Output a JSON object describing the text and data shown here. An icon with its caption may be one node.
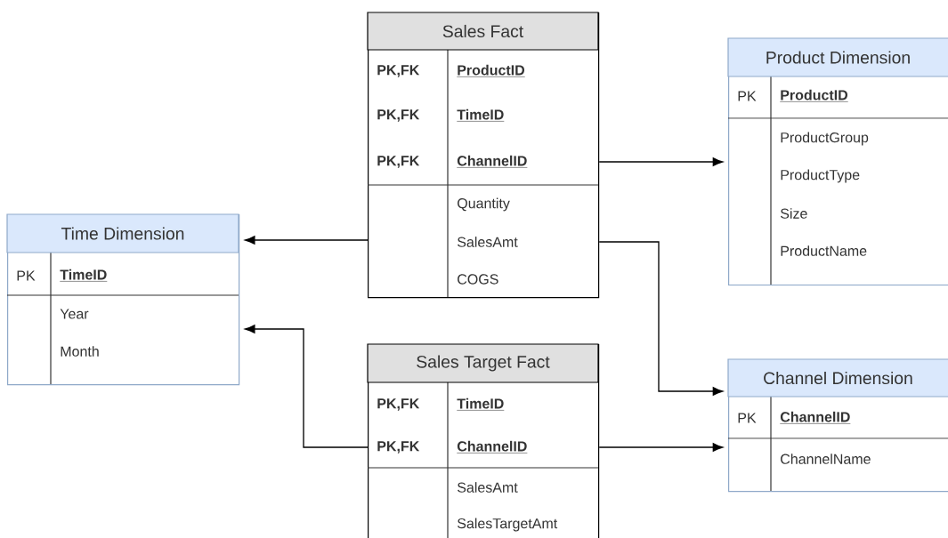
{
  "diagram": {
    "nodes": [
      {
        "text": [
          "Sales Fact",
          "PK,FK",
          "ProductID",
          "PK,FK",
          "TimeID",
          "PK,FK",
          "ChannelID",
          "Quantity",
          "SalesAmt",
          "COGS"
        ]
      },
      {
        "text": [
          "Product Dimension",
          "PK",
          "ProductID",
          "ProductGroup",
          "ProductType",
          "Size",
          "ProductName"
        ]
      },
      {
        "text": [
          "Time Dimension",
          "PK",
          "TimeID",
          "Year",
          "Month"
        ]
      },
      {
        "text": [
          "Sales Target Fact",
          "PK,FK",
          "TimeID",
          "PK,FK",
          "ChannelID",
          "SalesAmt",
          "SalesTargetAmt"
        ]
      },
      {
        "text": [
          "Channel Dimension",
          "PK",
          "ChannelID",
          "ChannelName"
        ]
      }
    ],
    "edges": [
      {
        "from": 0,
        "to": 1,
        "arrow": "to"
      },
      {
        "from": 0,
        "to": 2,
        "arrow": "to"
      },
      {
        "from": 0,
        "to": 4,
        "arrow": "to"
      },
      {
        "from": 3,
        "to": 2,
        "arrow": "to"
      },
      {
        "from": 3,
        "to": 4,
        "arrow": "to"
      }
    ]
  }
}
